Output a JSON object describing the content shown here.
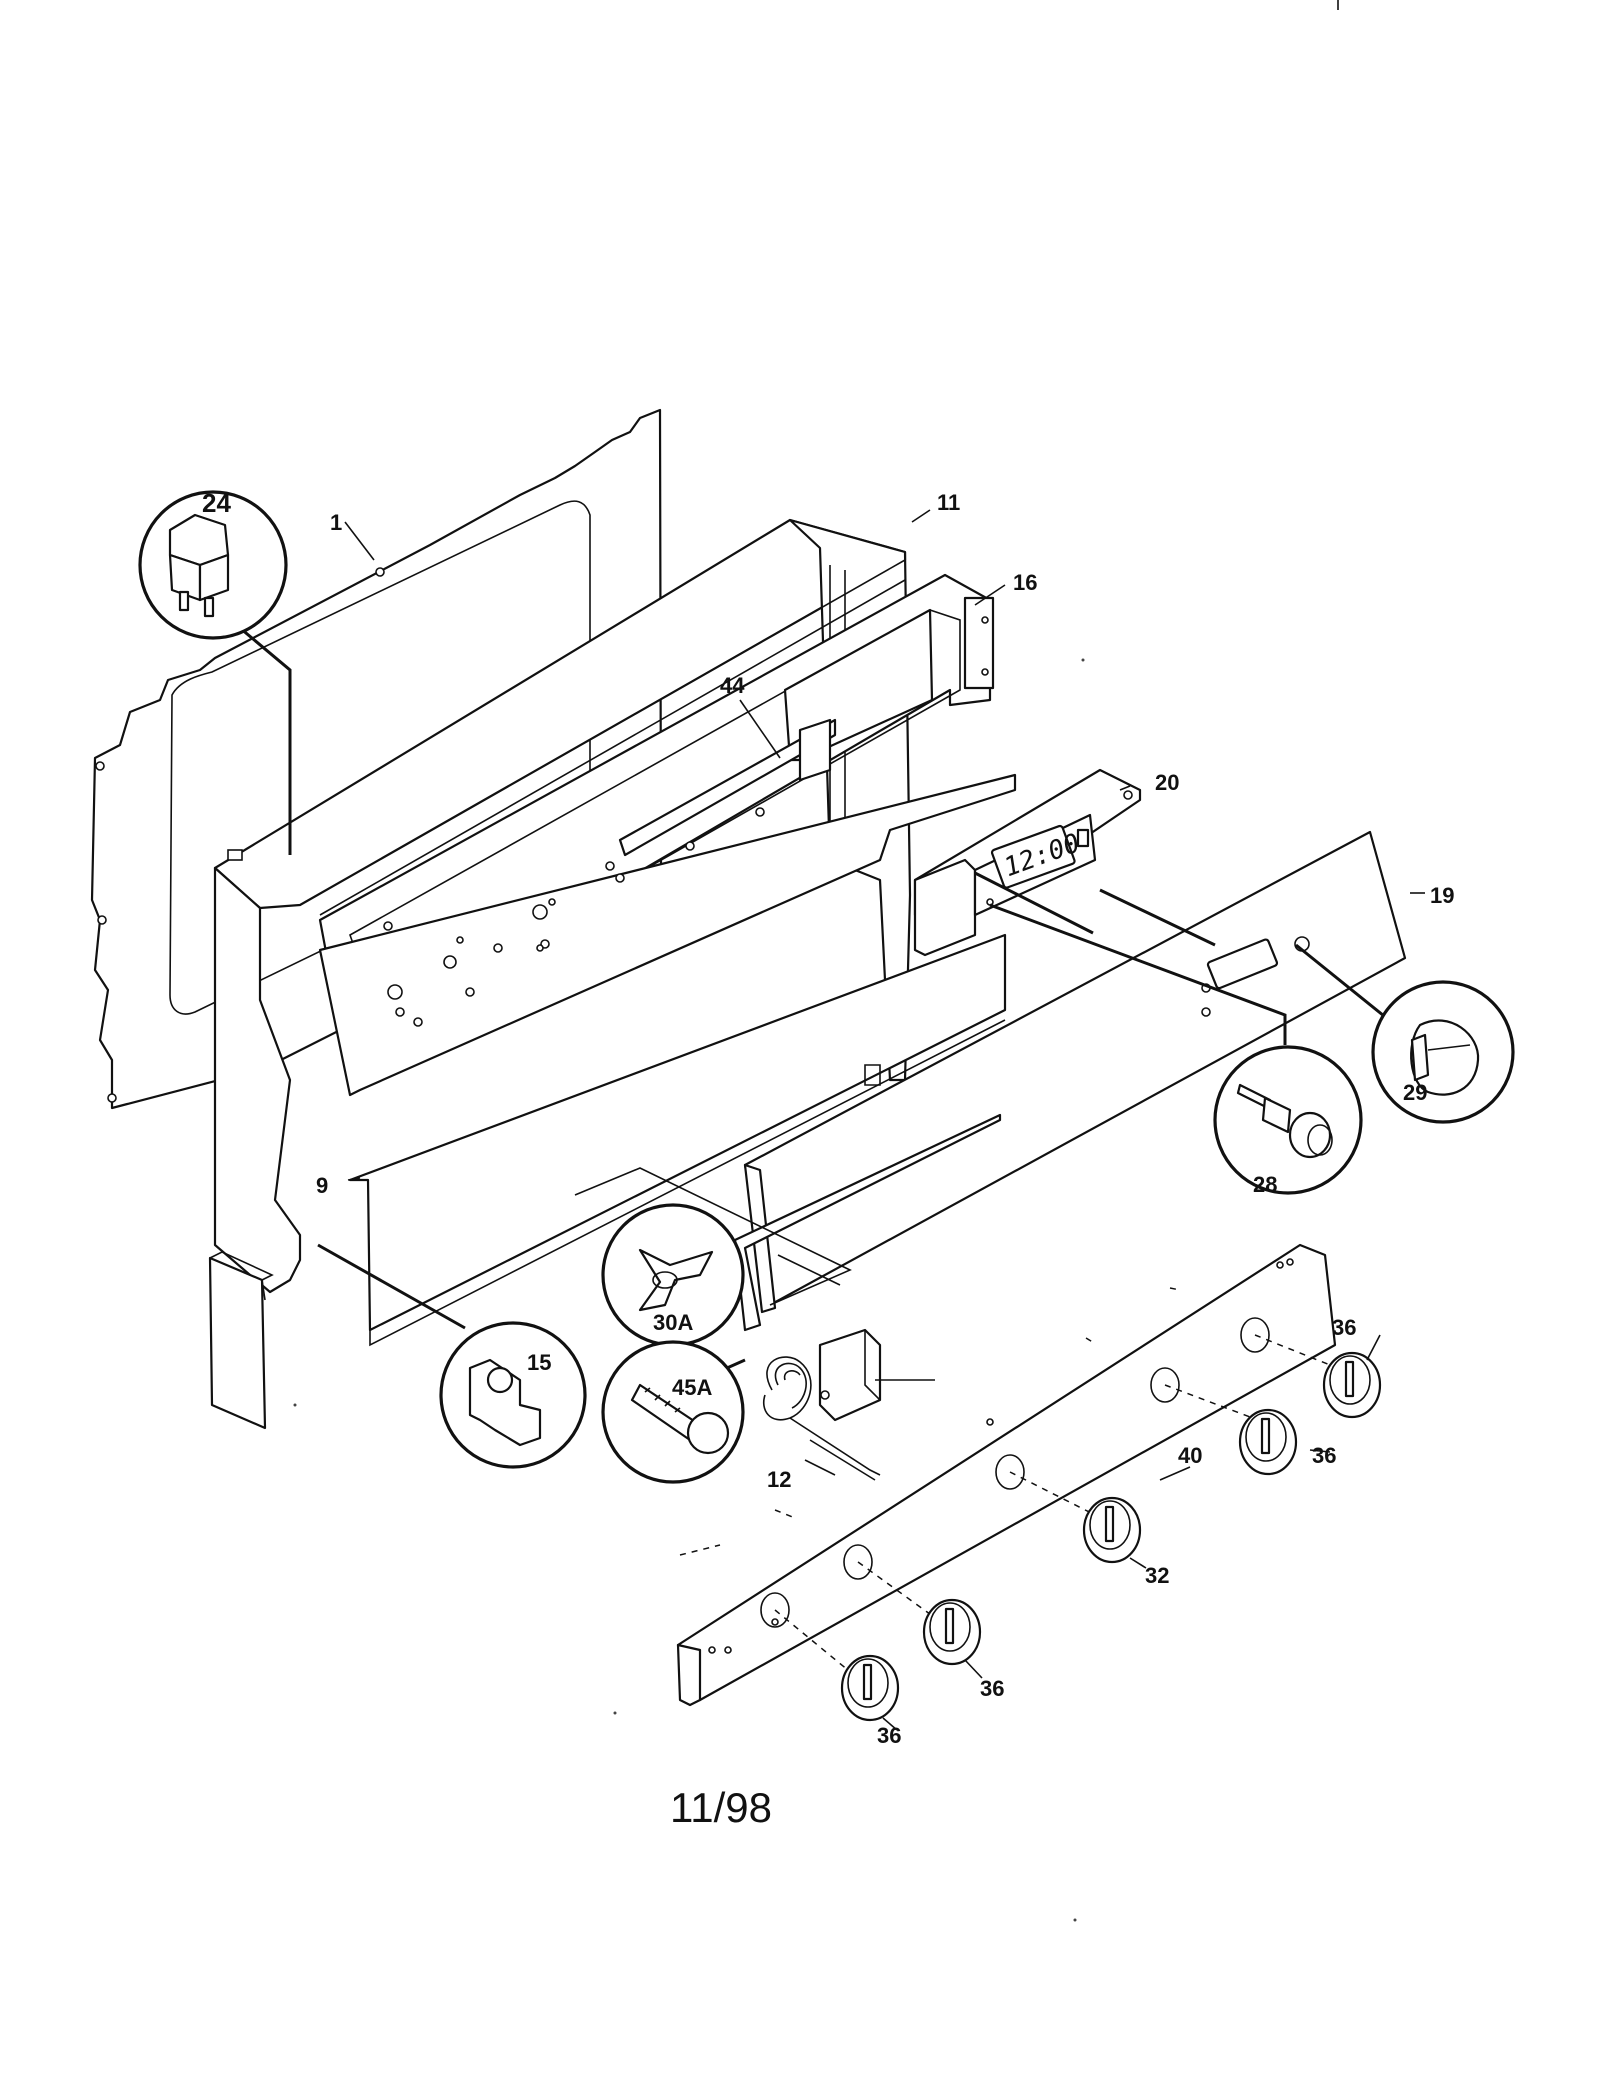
{
  "diagram": {
    "date_code": "11/98",
    "clock_display": "12:00",
    "parts": [
      {
        "id": "p1",
        "label": "1"
      },
      {
        "id": "p9",
        "label": "9"
      },
      {
        "id": "p11",
        "label": "11"
      },
      {
        "id": "p12",
        "label": "12"
      },
      {
        "id": "p15",
        "label": "15"
      },
      {
        "id": "p16",
        "label": "16"
      },
      {
        "id": "p19",
        "label": "19"
      },
      {
        "id": "p20",
        "label": "20"
      },
      {
        "id": "p24",
        "label": "24"
      },
      {
        "id": "p28",
        "label": "28"
      },
      {
        "id": "p29",
        "label": "29"
      },
      {
        "id": "p30A",
        "label": "30A"
      },
      {
        "id": "p32",
        "label": "32"
      },
      {
        "id": "p36",
        "label": "36"
      },
      {
        "id": "p40",
        "label": "40"
      },
      {
        "id": "p44",
        "label": "44"
      },
      {
        "id": "p45A",
        "label": "45A"
      }
    ]
  }
}
